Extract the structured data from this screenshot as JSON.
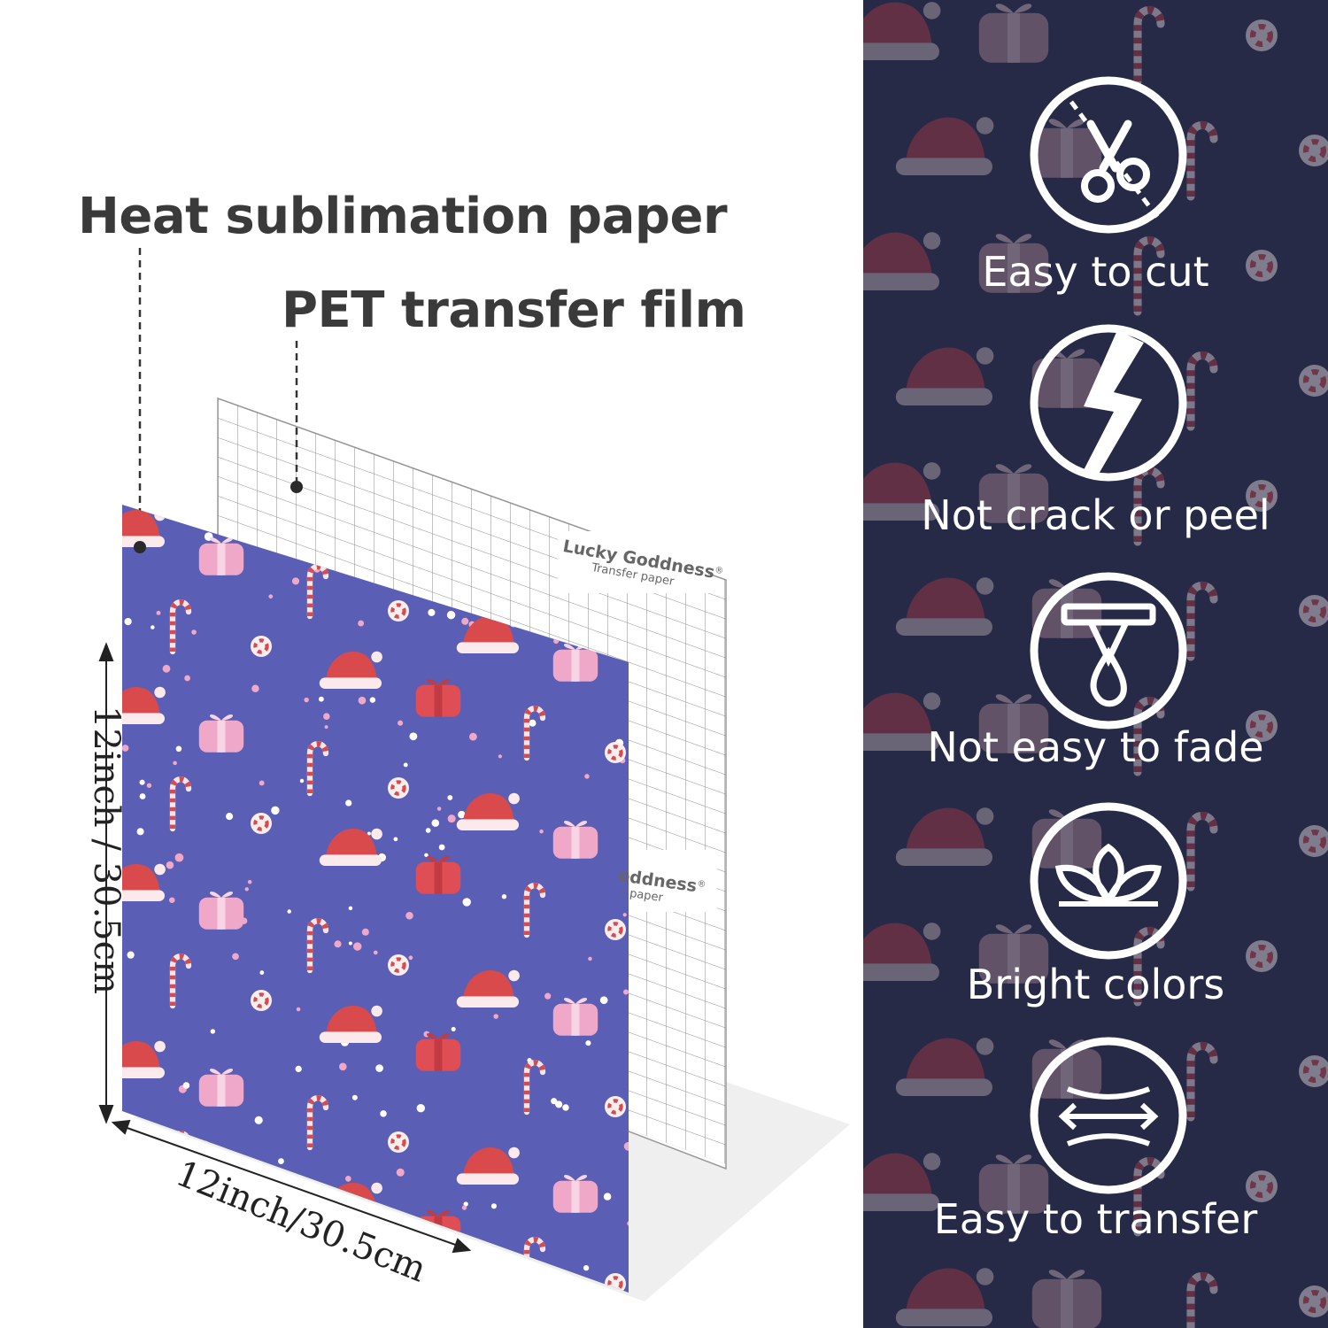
{
  "labels": {
    "heat_sublimation": "Heat sublimation paper",
    "pet_film": "PET transfer film"
  },
  "dimensions": {
    "vertical": "12inch / 30.5cm",
    "horizontal": "12inch/30.5cm"
  },
  "brand": {
    "name": "Lucky Goddness",
    "trademark": "®",
    "subtitle": "Transfer paper",
    "name_partial": "oddness",
    "subtitle_partial": "r paper"
  },
  "features": [
    {
      "label": "Easy to cut",
      "icon": "scissors-icon"
    },
    {
      "label": "Not crack or peel",
      "icon": "crack-icon"
    },
    {
      "label": "Not easy to fade",
      "icon": "drop-icon"
    },
    {
      "label": "Bright colors",
      "icon": "petals-icon"
    },
    {
      "label": "Easy to transfer",
      "icon": "stretch-arrows-icon"
    }
  ],
  "colors": {
    "panel_bg": "#262a46",
    "sheet_bg": "#5a5fb5",
    "hat_red": "#d94a4d",
    "gift_pink": "#f0a8c8",
    "label_gray": "#3a3a3a"
  }
}
